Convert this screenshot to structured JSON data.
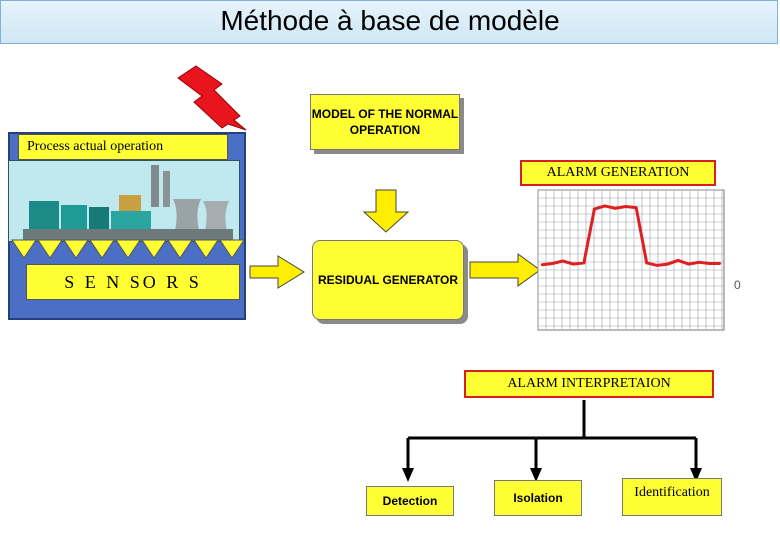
{
  "title": "Méthode à base de modèle",
  "model_box": "MODEL OF THE NORMAL OPERATION",
  "process_label": "Process actual operation",
  "sensors_label": "S E N SO R S",
  "alarm_generation": "ALARM GENERATION",
  "residual_generator": "RESIDUAL GENERATOR",
  "chart_axis_value": "0",
  "alarm_interpretation": "ALARM INTERPRETAION",
  "outcomes": {
    "detection": "Detection",
    "isolation": "Isolation",
    "identification": "Identification"
  },
  "colors": {
    "box_yellow": "#ffff33",
    "process_blue": "#4a6fc4",
    "alarm_red": "#e02020",
    "lightning_red": "#e8141e",
    "arrow_yellow": "#ffee00"
  },
  "chart_data": {
    "type": "line",
    "series": [
      {
        "x": [
          0,
          1,
          2,
          3,
          4,
          5,
          6,
          7,
          8,
          9,
          10,
          11,
          12,
          13,
          14,
          15,
          16,
          17
        ],
        "values": [
          0.02,
          0.04,
          0.08,
          0.03,
          0.05,
          0.92,
          0.97,
          0.93,
          0.96,
          0.94,
          0.05,
          0.01,
          0.03,
          0.09,
          0.03,
          0.06,
          0.04,
          0.04
        ]
      }
    ],
    "grid": true,
    "ylim": [
      0,
      1
    ]
  }
}
